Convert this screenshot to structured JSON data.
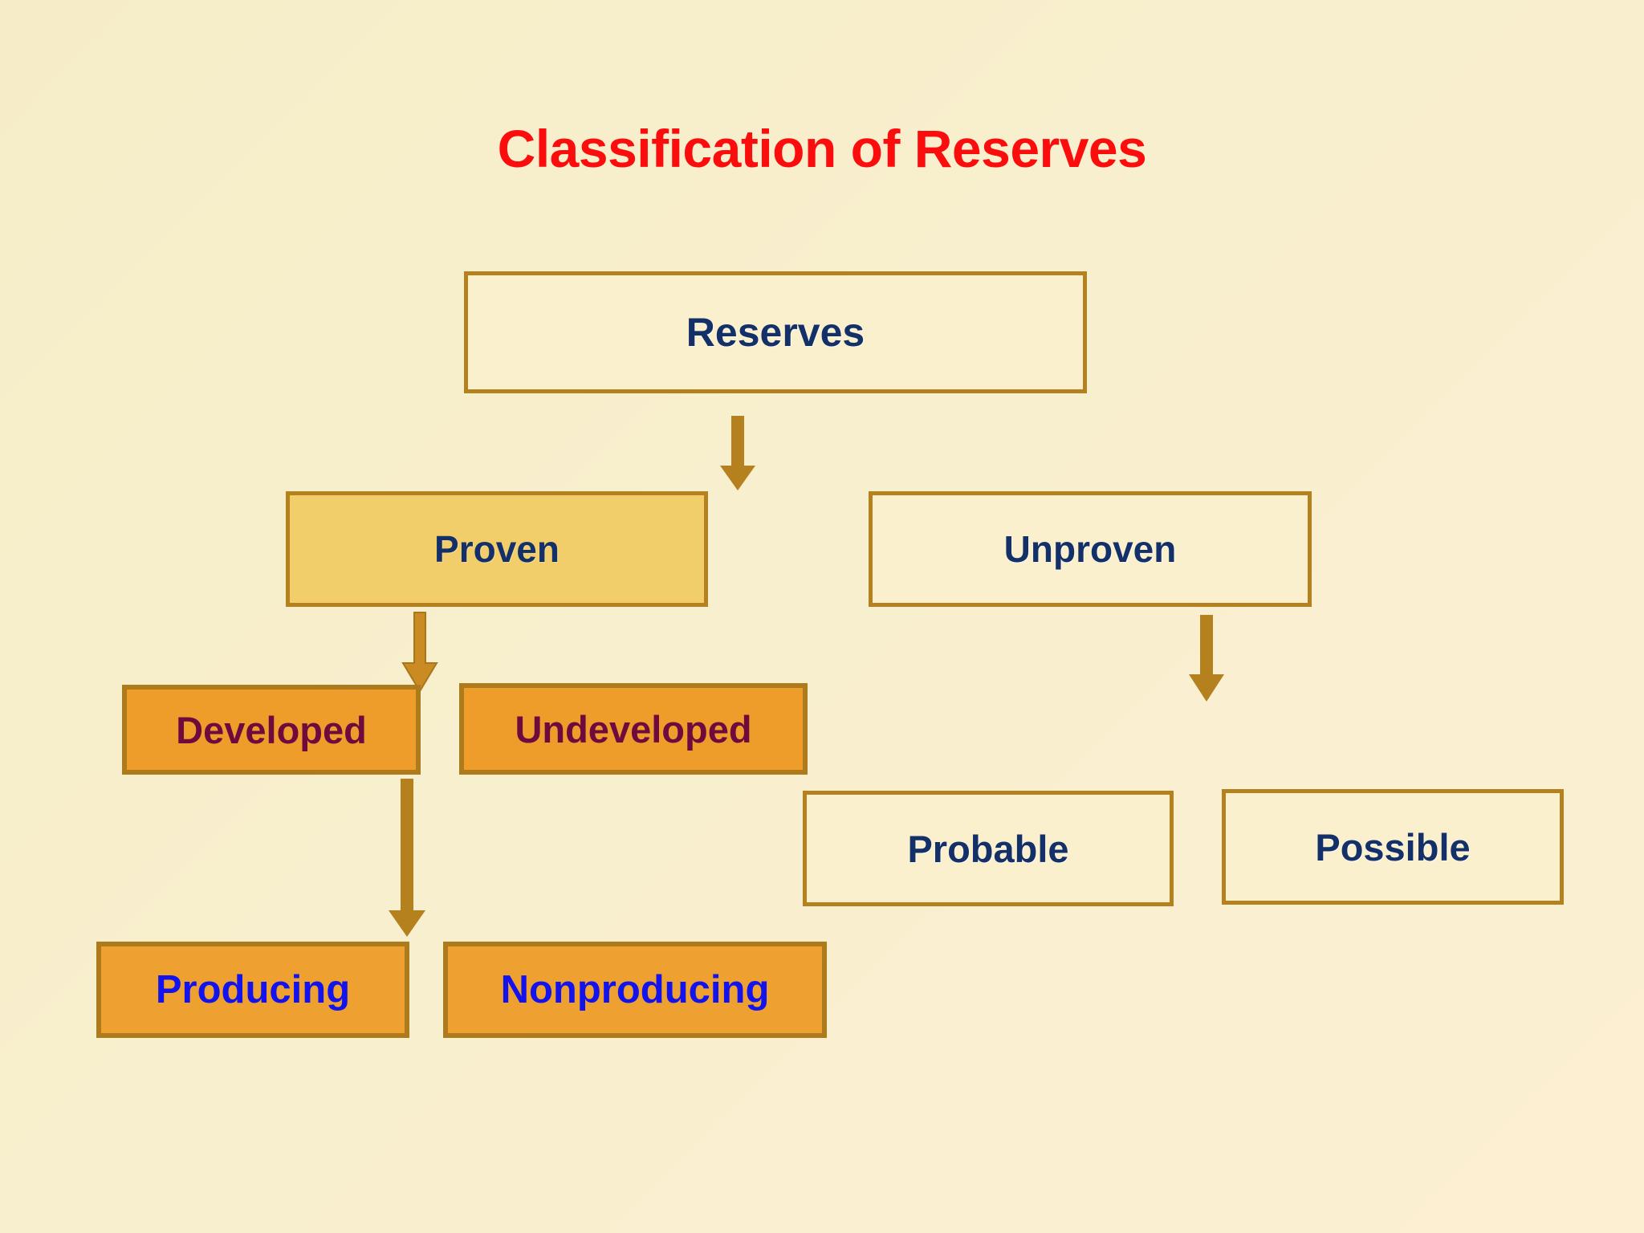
{
  "slide": {
    "title": "Classification of Reserves",
    "title_color": "#FC0D0D",
    "background_color": "#F7EECB"
  },
  "palette": {
    "border_gold": "#B4811E",
    "border_dark_gold": "#AE7B1C",
    "fill_cream": "#FAF0CE",
    "fill_amber": "#F2CE6B",
    "fill_orange": "#EE9D2B",
    "text_navy": "#143068",
    "text_maroon": "#6E0A3E",
    "text_blue": "#1313EE",
    "arrow_color": "#B4811E"
  },
  "diagram": {
    "type": "hierarchy-tree",
    "nodes": [
      {
        "id": "reserves",
        "label": "Reserves",
        "level": 0,
        "style": "plain"
      },
      {
        "id": "proven",
        "label": "Proven",
        "level": 1,
        "style": "amber"
      },
      {
        "id": "unproven",
        "label": "Unproven",
        "level": 1,
        "style": "plain"
      },
      {
        "id": "developed",
        "label": "Developed",
        "level": 2,
        "style": "orange-maroon"
      },
      {
        "id": "undeveloped",
        "label": "Undeveloped",
        "level": 2,
        "style": "orange-maroon"
      },
      {
        "id": "probable",
        "label": "Probable",
        "level": 2,
        "style": "plain"
      },
      {
        "id": "possible",
        "label": "Possible",
        "level": 2,
        "style": "plain"
      },
      {
        "id": "producing",
        "label": "Producing",
        "level": 3,
        "style": "orange-blue"
      },
      {
        "id": "nonproducing",
        "label": "Nonproducing",
        "level": 3,
        "style": "orange-blue"
      }
    ],
    "edges": [
      {
        "from": "reserves",
        "to": "proven",
        "shape": "down-arrow"
      },
      {
        "from": "proven",
        "to": "developed",
        "shape": "down-arrow"
      },
      {
        "from": "unproven",
        "to": "probable",
        "shape": "down-arrow"
      },
      {
        "from": "developed",
        "to": "producing",
        "shape": "down-arrow"
      }
    ]
  }
}
